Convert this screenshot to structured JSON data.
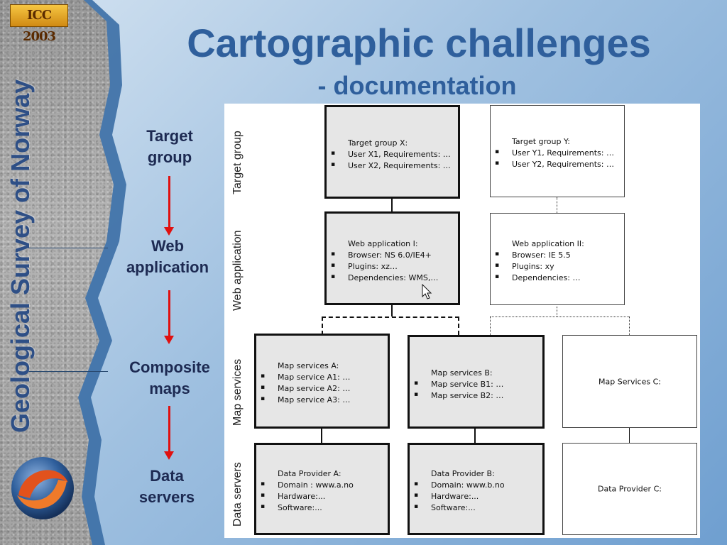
{
  "slide": {
    "title": "Cartographic challenges",
    "subtitle": "- documentation",
    "vertical_title": "Geological Survey of Norway",
    "logo_text": "ICC 2003"
  },
  "side_labels": {
    "target_line1": "Target",
    "target_line2": "group",
    "web_line1": "Web",
    "web_line2": "application",
    "composite_line1": "Composite",
    "composite_line2": "maps",
    "data_line1": "Data",
    "data_line2": "servers"
  },
  "diagram": {
    "row_labels": {
      "target": "Target group",
      "web": "Web application",
      "map": "Map services",
      "data": "Data servers"
    },
    "target_x": {
      "head": "Target group  X:",
      "items": [
        "User X1, Requirements: …",
        "User X2, Requirements: …"
      ]
    },
    "target_y": {
      "head": "Target group  Y:",
      "items": [
        "User Y1, Requirements: …",
        "User Y2, Requirements: …"
      ]
    },
    "web_1": {
      "head": "Web application  I:",
      "items": [
        "Browser: NS 6.0/IE4+",
        "Plugins:  xz…",
        "Dependencies:  WMS,…"
      ]
    },
    "web_2": {
      "head": "Web application  II:",
      "items": [
        "Browser:  IE 5.5",
        "Plugins:  xy",
        "Dependencies:  …"
      ]
    },
    "map_a": {
      "head": "Map services  A:",
      "items": [
        "Map service A1: …",
        "Map service A2: …",
        "Map service A3: …"
      ]
    },
    "map_b": {
      "head": "Map services  B:",
      "items": [
        "Map service B1: …",
        "Map service B2: …"
      ]
    },
    "map_c": {
      "label": "Map Services  C:"
    },
    "data_a": {
      "head": "Data Provider  A:",
      "items": [
        "Domain : www.a.no",
        "Hardware:...",
        "Software:..."
      ]
    },
    "data_b": {
      "head": "Data Provider  B:",
      "items": [
        "Domain:  www.b.no",
        "Hardware:...",
        "Software:..."
      ]
    },
    "data_c": {
      "label": "Data Provider  C:"
    }
  },
  "colors": {
    "title": "#2f5f9c",
    "arrow": "#e01010",
    "vertical_title": "#2e4f86"
  },
  "icons": [
    "mouse-pointer-icon",
    "globe-logo-icon",
    "icc-logo-icon"
  ]
}
